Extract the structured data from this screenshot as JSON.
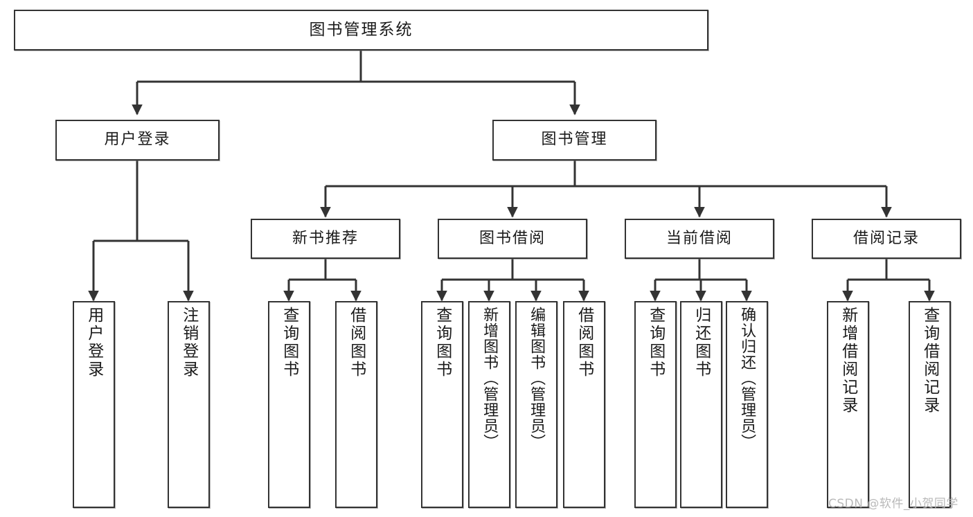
{
  "diagram": {
    "title": "图书管理系统",
    "type": "tree-hierarchy-diagram",
    "watermark": "CSDN @软件_小贺同学",
    "colors": {
      "node_border": "#333333",
      "node_fill": "#ffffff",
      "edge": "#333333",
      "text": "#1a1a1a",
      "watermark": "#b9b9b9"
    },
    "levels": {
      "root": "图书管理系统",
      "level2": [
        "用户登录",
        "图书管理"
      ],
      "level3": [
        "新书推荐",
        "图书借阅",
        "当前借阅",
        "借阅记录"
      ]
    },
    "nodes": {
      "root": {
        "label": "图书管理系统"
      },
      "user_login": {
        "label": "用户登录"
      },
      "book_manage": {
        "label": "图书管理"
      },
      "new_book_rec": {
        "label": "新书推荐"
      },
      "book_borrow": {
        "label": "图书借阅"
      },
      "current_borrow": {
        "label": "当前借阅"
      },
      "borrow_record": {
        "label": "借阅记录"
      },
      "leaf_1": {
        "label": "用户登录"
      },
      "leaf_2": {
        "label": "注销登录"
      },
      "leaf_3": {
        "label": "查询图书"
      },
      "leaf_4": {
        "label": "借阅图书"
      },
      "leaf_5": {
        "label": "查询图书"
      },
      "leaf_6": {
        "label": "新增图书（管理员）"
      },
      "leaf_7": {
        "label": "编辑图书（管理员）"
      },
      "leaf_8": {
        "label": "借阅图书"
      },
      "leaf_9": {
        "label": "查询图书"
      },
      "leaf_10": {
        "label": "归还图书"
      },
      "leaf_11": {
        "label": "确认归还（管理员）"
      },
      "leaf_12": {
        "label": "新增借阅记录"
      },
      "leaf_13": {
        "label": "查询借阅记录"
      }
    },
    "edges": [
      {
        "from": "root",
        "to": "user_login"
      },
      {
        "from": "root",
        "to": "book_manage"
      },
      {
        "from": "user_login",
        "to": "leaf_1"
      },
      {
        "from": "user_login",
        "to": "leaf_2"
      },
      {
        "from": "book_manage",
        "to": "new_book_rec"
      },
      {
        "from": "book_manage",
        "to": "book_borrow"
      },
      {
        "from": "book_manage",
        "to": "current_borrow"
      },
      {
        "from": "book_manage",
        "to": "borrow_record"
      },
      {
        "from": "new_book_rec",
        "to": "leaf_3"
      },
      {
        "from": "new_book_rec",
        "to": "leaf_4"
      },
      {
        "from": "book_borrow",
        "to": "leaf_5"
      },
      {
        "from": "book_borrow",
        "to": "leaf_6"
      },
      {
        "from": "book_borrow",
        "to": "leaf_7"
      },
      {
        "from": "book_borrow",
        "to": "leaf_8"
      },
      {
        "from": "current_borrow",
        "to": "leaf_9"
      },
      {
        "from": "current_borrow",
        "to": "leaf_10"
      },
      {
        "from": "current_borrow",
        "to": "leaf_11"
      },
      {
        "from": "borrow_record",
        "to": "leaf_12"
      },
      {
        "from": "borrow_record",
        "to": "leaf_13"
      }
    ]
  }
}
